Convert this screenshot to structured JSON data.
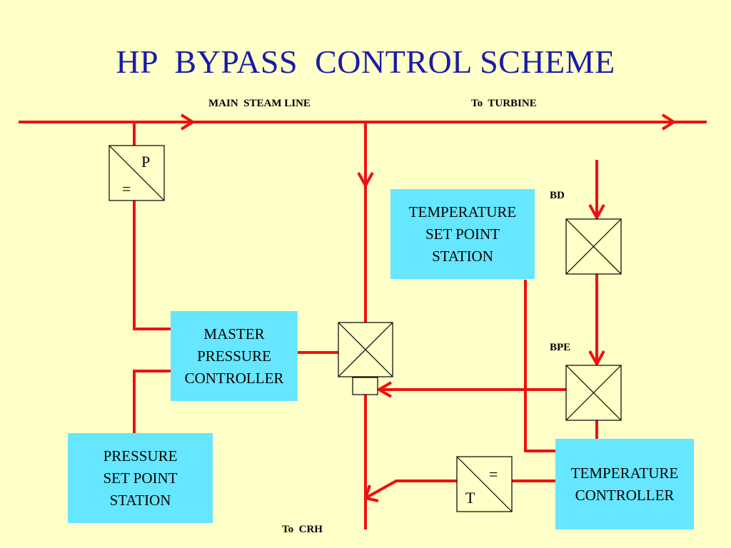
{
  "title": "HP  BYPASS  CONTROL SCHEME",
  "labels": {
    "main_steam_line": "MAIN  STEAM LINE",
    "to_turbine": "To  TURBINE",
    "bd": "BD",
    "bpe": "BPE",
    "to_crh": "To  CRH"
  },
  "boxes": {
    "temperature_set_point": [
      "TEMPERATURE",
      "SET POINT",
      "STATION"
    ],
    "master_pressure_controller": [
      "MASTER",
      "PRESSURE",
      "CONTROLLER"
    ],
    "pressure_set_point": [
      "PRESSURE",
      "SET POINT",
      "STATION"
    ],
    "temperature_controller": [
      "TEMPERATURE",
      "CONTROLLER"
    ]
  },
  "transducers": {
    "pressure": {
      "top": "P",
      "bottom": "="
    },
    "temperature": {
      "top": "=",
      "bottom": "T"
    }
  },
  "colors": {
    "background": "#ffffc8",
    "line": "#ee1111",
    "title": "#1a1aa6",
    "box": "#66e6ff"
  }
}
